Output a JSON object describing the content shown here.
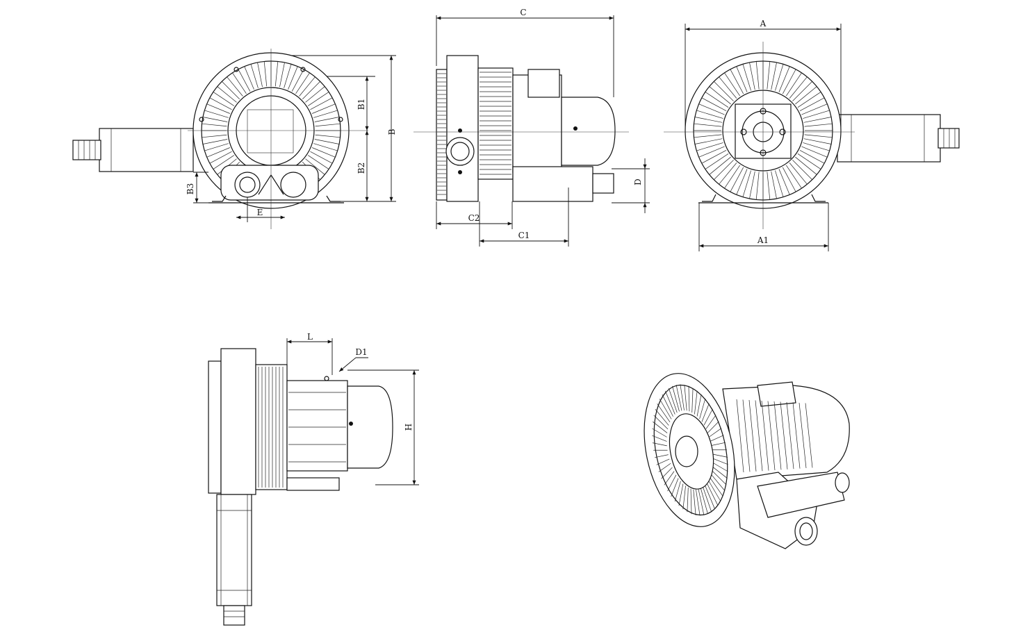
{
  "diagram": {
    "dimension_labels": {
      "B1": "B1",
      "B": "B",
      "B2": "B2",
      "B3": "B3",
      "E": "E",
      "C": "C",
      "C2": "C2",
      "C1": "C1",
      "D": "D",
      "A": "A",
      "A1": "A1",
      "L": "L",
      "D1": "D1",
      "H": "H"
    },
    "views": [
      "front-view",
      "side-view",
      "rear-view",
      "top-view",
      "isometric-view"
    ],
    "line_color": "#111111",
    "background": "#ffffff"
  }
}
